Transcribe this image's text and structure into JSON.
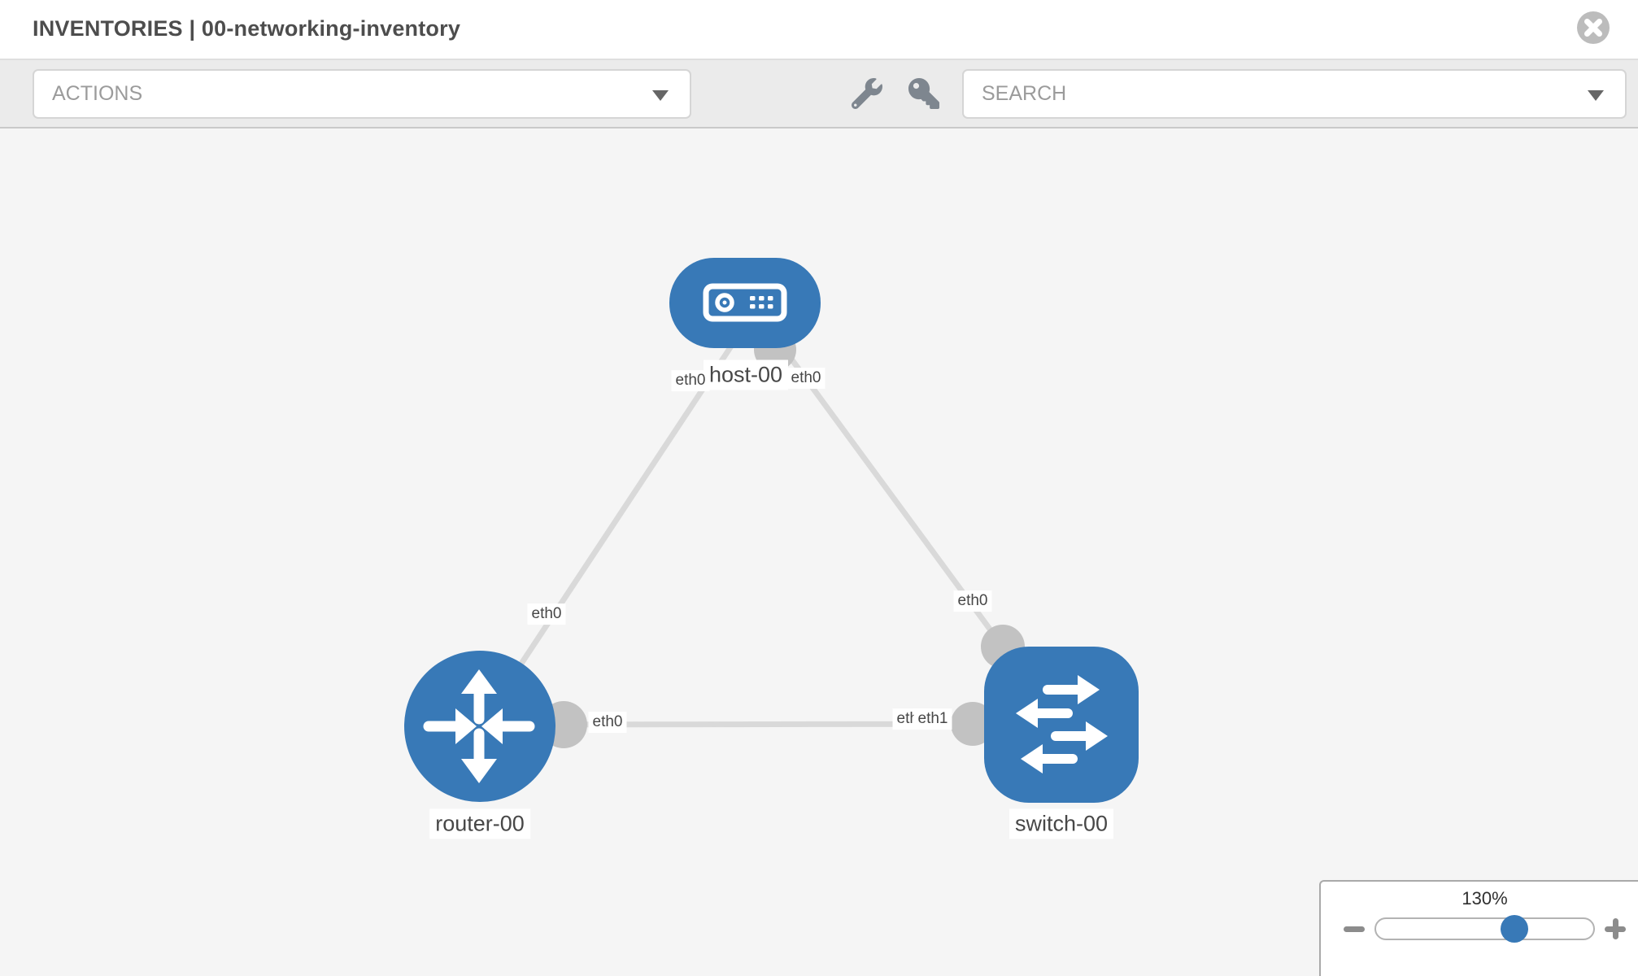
{
  "header": {
    "title": "INVENTORIES | 00-networking-inventory"
  },
  "toolbar": {
    "actions_label": "ACTIONS",
    "search_label": "SEARCH"
  },
  "icons": {
    "close": "times-circle",
    "wrench": "wrench",
    "key": "key",
    "actions_caret": "caret-down",
    "search_caret": "caret-down",
    "zoom_out": "minus",
    "zoom_in": "plus"
  },
  "topology": {
    "nodes": [
      {
        "label": "host-00",
        "type": "host"
      },
      {
        "label": "router-00",
        "type": "router"
      },
      {
        "label": "switch-00",
        "type": "switch"
      }
    ],
    "links": [
      {
        "from": "host-00",
        "to": "router-00",
        "from_interface": "eth0",
        "to_interface": "eth0"
      },
      {
        "from": "host-00",
        "to": "switch-00",
        "from_interface": "eth0",
        "to_interface": "eth0"
      },
      {
        "from": "router-00",
        "to": "switch-00",
        "from_interface": "eth0",
        "to_interface_overlapping": [
          "eth0",
          "eth1"
        ]
      }
    ],
    "interfaces": {
      "host_router_host_end": "eth0",
      "host_router_router_end": "eth0",
      "host_switch_host_end": "eth0",
      "host_switch_switch_end": "eth0",
      "router_switch_router_end": "eth0",
      "router_switch_switch_end_a": "eth0",
      "router_switch_switch_end_b": "eth1"
    }
  },
  "zoom_control": {
    "level": "130%"
  },
  "colors": {
    "node_blue": "#3879b7",
    "link_gray": "#d9d9d9",
    "interface_gray": "#c2c2c2",
    "canvas_bg": "#f5f5f5"
  }
}
